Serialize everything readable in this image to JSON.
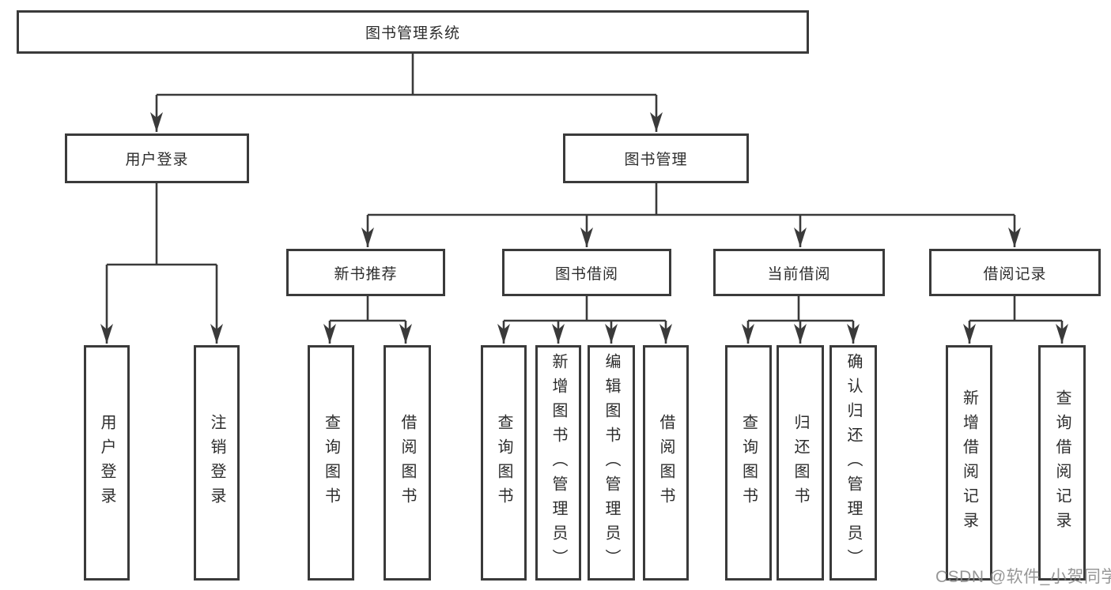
{
  "diagram": {
    "type": "hierarchy-tree",
    "orientation": "top-down",
    "tree": {
      "label": "图书管理系统",
      "children": [
        {
          "label": "用户登录",
          "children": [
            {
              "label": "用户登录"
            },
            {
              "label": "注销登录"
            }
          ]
        },
        {
          "label": "图书管理",
          "children": [
            {
              "label": "新书推荐",
              "children": [
                {
                  "label": "查询图书"
                },
                {
                  "label": "借阅图书"
                }
              ]
            },
            {
              "label": "图书借阅",
              "children": [
                {
                  "label": "查询图书"
                },
                {
                  "label": "新增图书（管理员）"
                },
                {
                  "label": "编辑图书（管理员）"
                },
                {
                  "label": "借阅图书"
                }
              ]
            },
            {
              "label": "当前借阅",
              "children": [
                {
                  "label": "查询图书"
                },
                {
                  "label": "归还图书"
                },
                {
                  "label": "确认归还（管理员）"
                }
              ]
            },
            {
              "label": "借阅记录",
              "children": [
                {
                  "label": "新增借阅记录"
                },
                {
                  "label": "查询借阅记录"
                }
              ]
            }
          ]
        }
      ]
    },
    "colors": {
      "line": "#3a3a3a",
      "box_border": "#3a3a3a",
      "box_fill": "#ffffff",
      "text": "#2d2d2d",
      "background": "#ffffff",
      "watermark": "#898989"
    }
  },
  "watermark": {
    "text": "CSDN @软件_小贺同学"
  }
}
